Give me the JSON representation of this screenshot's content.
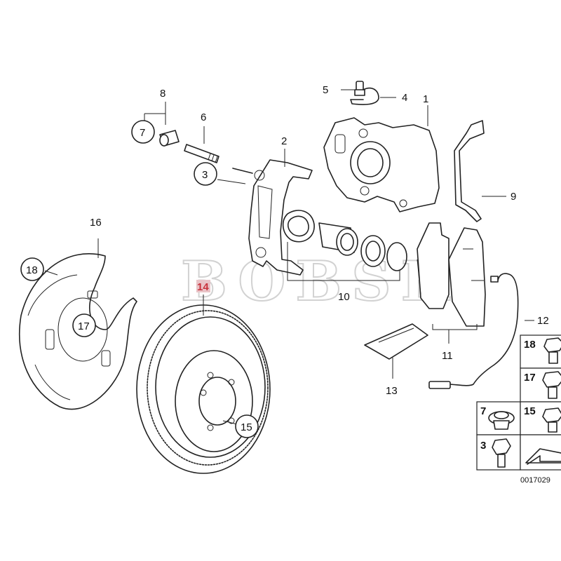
{
  "watermark": "BOBSH",
  "reference_code": "0017029",
  "highlighted_part": "14",
  "parts": {
    "p1": "1",
    "p2": "2",
    "p3": "3",
    "p4": "4",
    "p5": "5",
    "p6": "6",
    "p7": "7",
    "p8": "8",
    "p9": "9",
    "p10": "10",
    "p11": "11",
    "p12": "12",
    "p13": "13",
    "p14": "14",
    "p15": "15",
    "p16": "16",
    "p17": "17",
    "p18": "18"
  },
  "legend": [
    "18",
    "17",
    "7",
    "15",
    "3"
  ]
}
